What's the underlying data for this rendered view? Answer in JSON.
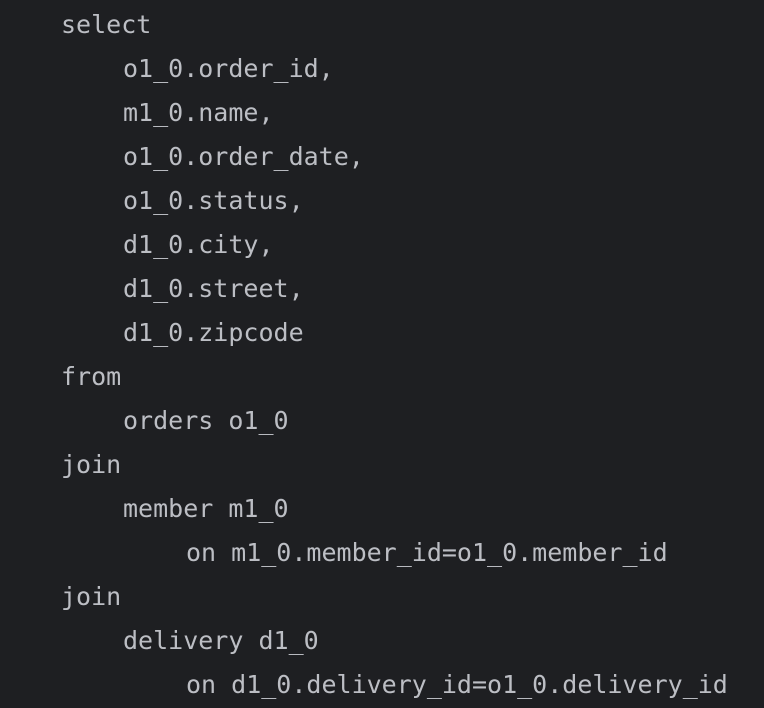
{
  "editor": {
    "lines": [
      "select",
      "o1_0.order_id,",
      "m1_0.name,",
      "o1_0.order_date,",
      "o1_0.status,",
      "d1_0.city,",
      "d1_0.street,",
      "d1_0.zipcode",
      "from",
      "orders o1_0",
      "join",
      "member m1_0",
      "on m1_0.member_id=o1_0.member_id",
      "join",
      "delivery d1_0",
      "on d1_0.delivery_id=o1_0.delivery_id"
    ]
  },
  "colors": {
    "background": "#1e1f22",
    "text": "#bcbec4"
  }
}
